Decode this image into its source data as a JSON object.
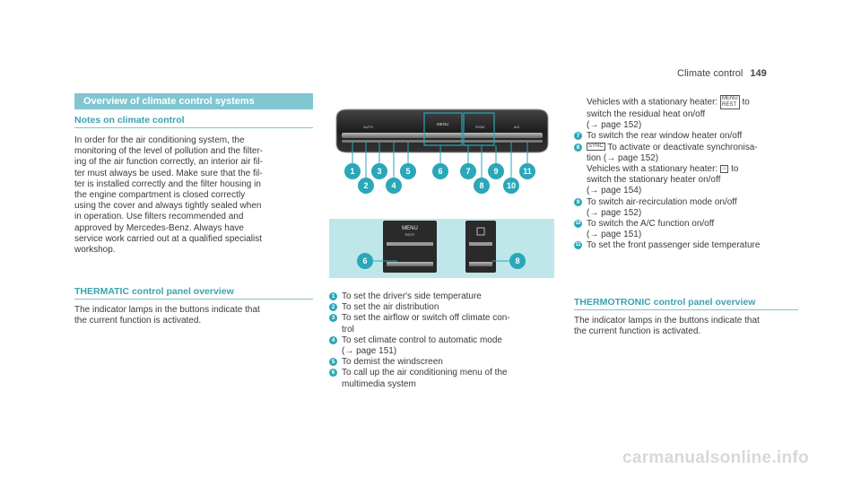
{
  "header": {
    "title": "Climate control",
    "page": "149"
  },
  "left": {
    "section_title": "Overview of climate control systems",
    "notes_heading": "Notes on climate control",
    "notes_lines": [
      "In order for the air conditioning system, the",
      "monitoring of the level of pollution and the filter-",
      "ing of the air function correctly, an interior air fil-",
      "ter must always be used. Make sure that the fil-",
      "ter is installed correctly and the filter housing in",
      "the engine compartment is closed correctly",
      "using the cover and always tightly sealed when",
      "in operation. Use filters recommended and",
      "approved by Mercedes-Benz. Always have",
      "service work carried out at a qualified specialist",
      "workshop."
    ],
    "thermatic_heading": "THERMATIC control panel overview",
    "thermatic_lines": [
      "The indicator lamps in the buttons indicate that",
      "the current function is activated."
    ]
  },
  "figure": {
    "panel_labels": [
      "AUTO",
      "MENU",
      "SYNC",
      "A/C"
    ],
    "menu_label": "MENU",
    "rest_label": "REST",
    "callouts_top": [
      "1",
      "2",
      "3",
      "4",
      "5",
      "6",
      "7",
      "8",
      "9",
      "10",
      "11"
    ],
    "callouts_bottom": [
      "6",
      "8"
    ]
  },
  "middle_list": [
    {
      "n": "1",
      "lines": [
        "To set the driver's side temperature"
      ]
    },
    {
      "n": "2",
      "lines": [
        "To set the air distribution"
      ]
    },
    {
      "n": "3",
      "lines": [
        "To set the airflow or switch off climate con-",
        "trol"
      ]
    },
    {
      "n": "4",
      "lines": [
        "To set climate control to automatic mode",
        "(→ page 151)"
      ]
    },
    {
      "n": "5",
      "lines": [
        "To demist the windscreen"
      ]
    },
    {
      "n": "6",
      "lines": [
        "To call up the air conditioning menu of the",
        "multimedia system"
      ]
    }
  ],
  "right": {
    "cont_lines": [
      "Vehicles with a stationary heater:",
      "to",
      "switch the residual heat on/off",
      "(→ page 152)"
    ],
    "items": [
      {
        "n": "7",
        "lines": [
          "To switch the rear window heater on/off"
        ]
      },
      {
        "n": "8",
        "lines": [
          "To activate or deactivate synchronisa-",
          "tion (→ page 152)",
          "Vehicles with a stationary heater:",
          "to",
          "switch the stationary heater on/off",
          "(→ page 154)"
        ]
      },
      {
        "n": "9",
        "lines": [
          "To switch air-recirculation mode on/off",
          "(→ page 152)"
        ]
      },
      {
        "n": "10",
        "lines": [
          "To switch the A/C function on/off",
          "(→ page 151)"
        ]
      },
      {
        "n": "11",
        "lines": [
          "To set the front passenger side temperature"
        ]
      }
    ],
    "sync_label": "SYNC",
    "menu_key": "MENU",
    "rest_key": "REST",
    "thermotronic_heading": "THERMOTRONIC control panel overview",
    "thermotronic_lines": [
      "The indicator lamps in the buttons indicate that",
      "the current function is activated."
    ]
  },
  "watermark": "carmanualsonline.info",
  "colors": {
    "accent": "#2aa7b8",
    "bar": "#7fc6d0",
    "fig_bg": "#bfe7ea"
  }
}
